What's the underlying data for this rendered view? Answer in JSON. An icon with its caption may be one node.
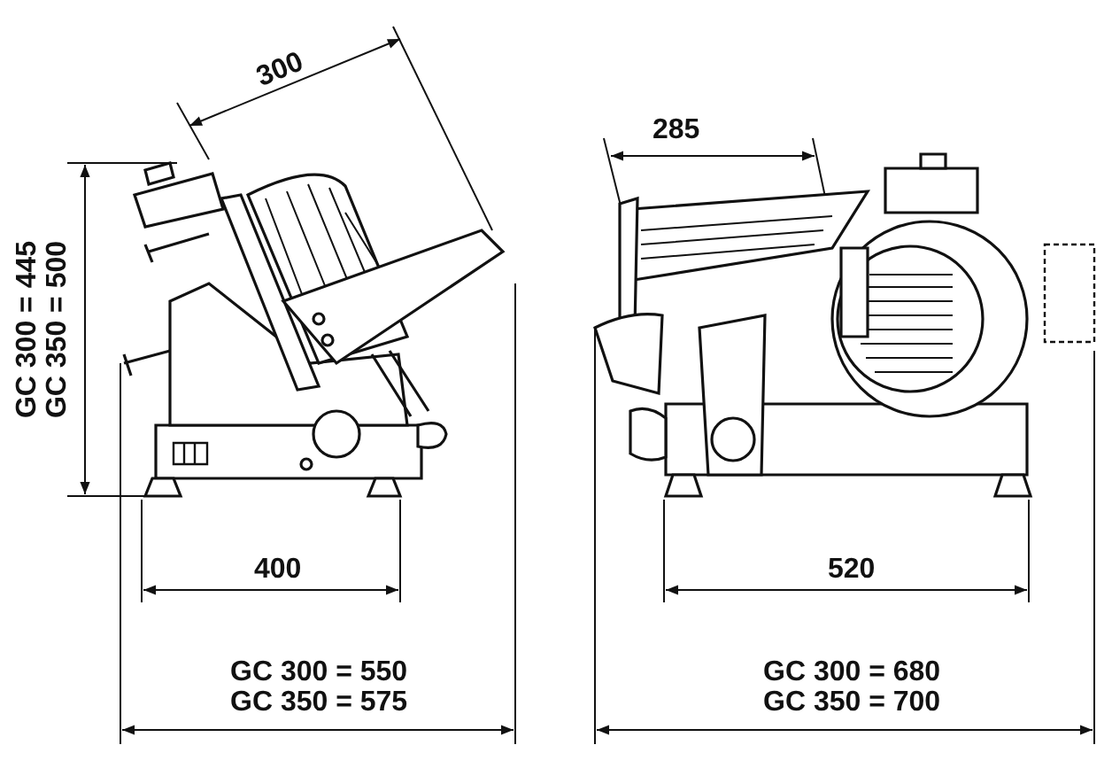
{
  "diagram": {
    "labels": [
      "300",
      "285",
      "GC 300 = 445",
      "GC 350 = 500",
      "400",
      "520",
      "GC 300 = 550",
      "GC 350 = 575",
      "GC 300 = 680",
      "GC 350 = 700"
    ]
  }
}
